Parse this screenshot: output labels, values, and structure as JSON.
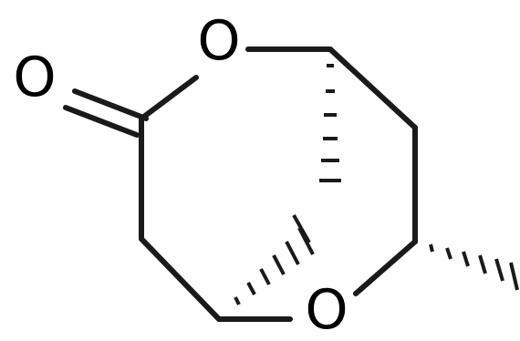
{
  "molecule": {
    "atoms": {
      "o_carbonyl": "O",
      "o_ring_top": "O",
      "o_ring_bottom": "O"
    }
  },
  "colors": {
    "bond": "#1a1a1a",
    "text": "#000000",
    "background": "#ffffff"
  }
}
